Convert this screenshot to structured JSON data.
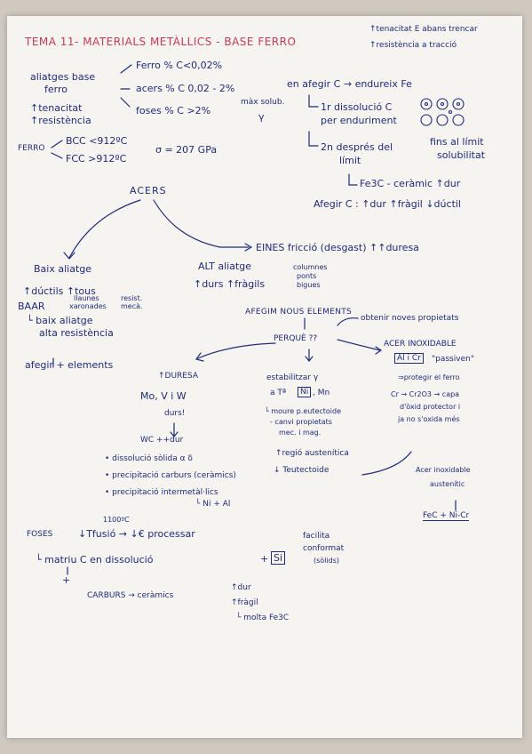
{
  "header": {
    "title": "TEMA 11- MATERIALS METÀLLICS - BASE FERRO",
    "note_1": "↑tenacitat E abans trencar",
    "note_2": "↑resistència a tracció"
  },
  "aliatges": {
    "heading_1": "aliatges base",
    "heading_2": "ferro",
    "prop_1": "↑tenacitat",
    "prop_2": "↑resistència",
    "ferro": "Ferro  % C<0,02%",
    "acers": "acers  % C 0,02 - 2%",
    "foses": "foses  % C >2%",
    "max_solub": "màx solub.",
    "gamma": "γ"
  },
  "ferro_block": {
    "label": "FERRO",
    "bcc": "BCC <912ºC",
    "fcc": "FCC >912ºC",
    "modulus": "σ = 207 GPa"
  },
  "afegir_c": {
    "main": "en afegir C → endureix Fe",
    "branch1_a": "1r dissolució C",
    "branch1_b": "per enduriment",
    "branch2_a": "2n després del",
    "branch2_b": "límit",
    "limit_a": "fins al límit",
    "limit_b": "solubilitat",
    "fe3c": "Fe3C - ceràmic ↑dur",
    "afegir_line": "Afegir C : ↑dur ↑fràgil ↓dúctil"
  },
  "acers": {
    "label": "ACERS",
    "eines": "EINES fricció (desgast) ↑↑duresa",
    "baix_label": "Baix aliatge",
    "baix_props": "↑dúctils ↑tous",
    "baix_small_1": "llaunes",
    "baix_small_2": "xaronades",
    "baix_small_3": "resist.",
    "baix_small_4": "mecà.",
    "baar": "BAAR",
    "baar_desc_1": "└ baix aliatge",
    "baar_desc_2": "alta resistència",
    "afegir_elements": "afegir + elements",
    "alt_label": "ALT aliatge",
    "alt_props": "↑durs ↑fràgils",
    "alt_uses_1": "columnes",
    "alt_uses_2": "ponts",
    "alt_uses_3": "bigues"
  },
  "afegim": {
    "header": "AFEGIM NOUS ELEMENTS",
    "obtenir": "obtenir noves propietats",
    "perque": "PERQUÈ ??",
    "duresa_label": "↑DURESA",
    "duresa_mo": "Mo, V i W",
    "duresa_durs": "durs!",
    "duresa_wc": "WC ++dur",
    "bullet_1": "• dissolució sòlida α δ",
    "bullet_2": "• precipitació carburs (ceràmics)",
    "bullet_3": "• precipitació intermetàl·lics",
    "bullet_3_sub": "└ Ni + Al",
    "estab_label": "estabilitzar γ",
    "estab_ni": "Ni",
    "estab_a": "a Tª",
    "estab_mn": ", Mn",
    "estab_mou_1": "└ moure p.eutectoide",
    "estab_mou_2": "- canvi propietats",
    "estab_mou_3": "mec. i mag.",
    "regio": "↑regió austenítica",
    "teutectoide": "↓ Teutectoide",
    "inox_label": "ACER INOXIDABLE",
    "inox_alcr": "Al i Cr",
    "inox_pass": "\"passiven\"",
    "inox_prot": "⇒protegir el ferro",
    "inox_cr_1": "Cr → Cr2O3 → capa",
    "inox_cr_2": "d'òxid protector i",
    "inox_cr_3": "ja no s'oxida més",
    "austen_1": "Acer inoxidable",
    "austen_2": "austenític",
    "austen_3": "FeC + Ni-Cr"
  },
  "foses": {
    "label": "FOSES",
    "t_fusio": "↓Tfusió → ↓€ processar",
    "t_small": "1100ºC",
    "matriu": "└ matriu C en dissolució",
    "plus": "+",
    "carburs": "CARBURS → ceràmics",
    "props_1": "↑dur",
    "props_2": "↑fràgil",
    "props_3": "└ molta Fe3C",
    "si_plus": "+",
    "si": "Si",
    "facilita_1": "facilita",
    "facilita_2": "conformat",
    "facilita_3": "(sòlids)"
  }
}
